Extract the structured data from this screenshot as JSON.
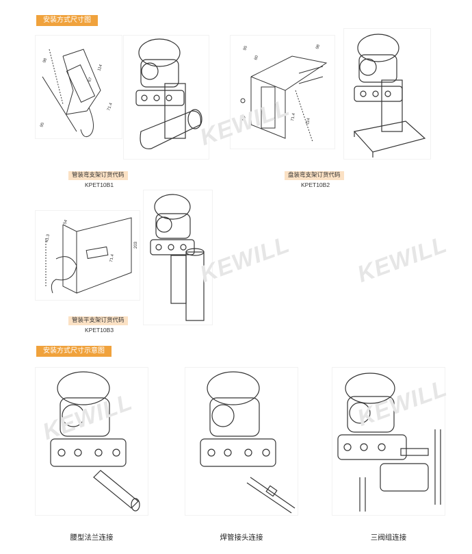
{
  "section1": {
    "heading": "安装方式尺寸图",
    "brackets": [
      {
        "label": "管装弯支架订货代码",
        "code": "KPET10B1",
        "dims": [
          "98",
          "114",
          "67",
          "71.4",
          "95"
        ]
      },
      {
        "label": "盘装弯支架订货代码",
        "code": "KPET10B2",
        "dims": [
          "95",
          "98",
          "114",
          "71.4",
          "60"
        ]
      },
      {
        "label": "管装平支架订货代码",
        "code": "KPET10B3",
        "dims": [
          "41.3",
          "54",
          "203",
          "71.4"
        ]
      }
    ]
  },
  "section2": {
    "heading": "安装方式尺寸示意图",
    "connections": [
      {
        "caption": "腰型法兰连接"
      },
      {
        "caption": "焊管接头连接"
      },
      {
        "caption": "三阀组连接"
      }
    ]
  },
  "watermark": {
    "brand": "KEWILL"
  },
  "colors": {
    "accent": "#f0a23c",
    "label_bg": "#fbe1c4"
  }
}
